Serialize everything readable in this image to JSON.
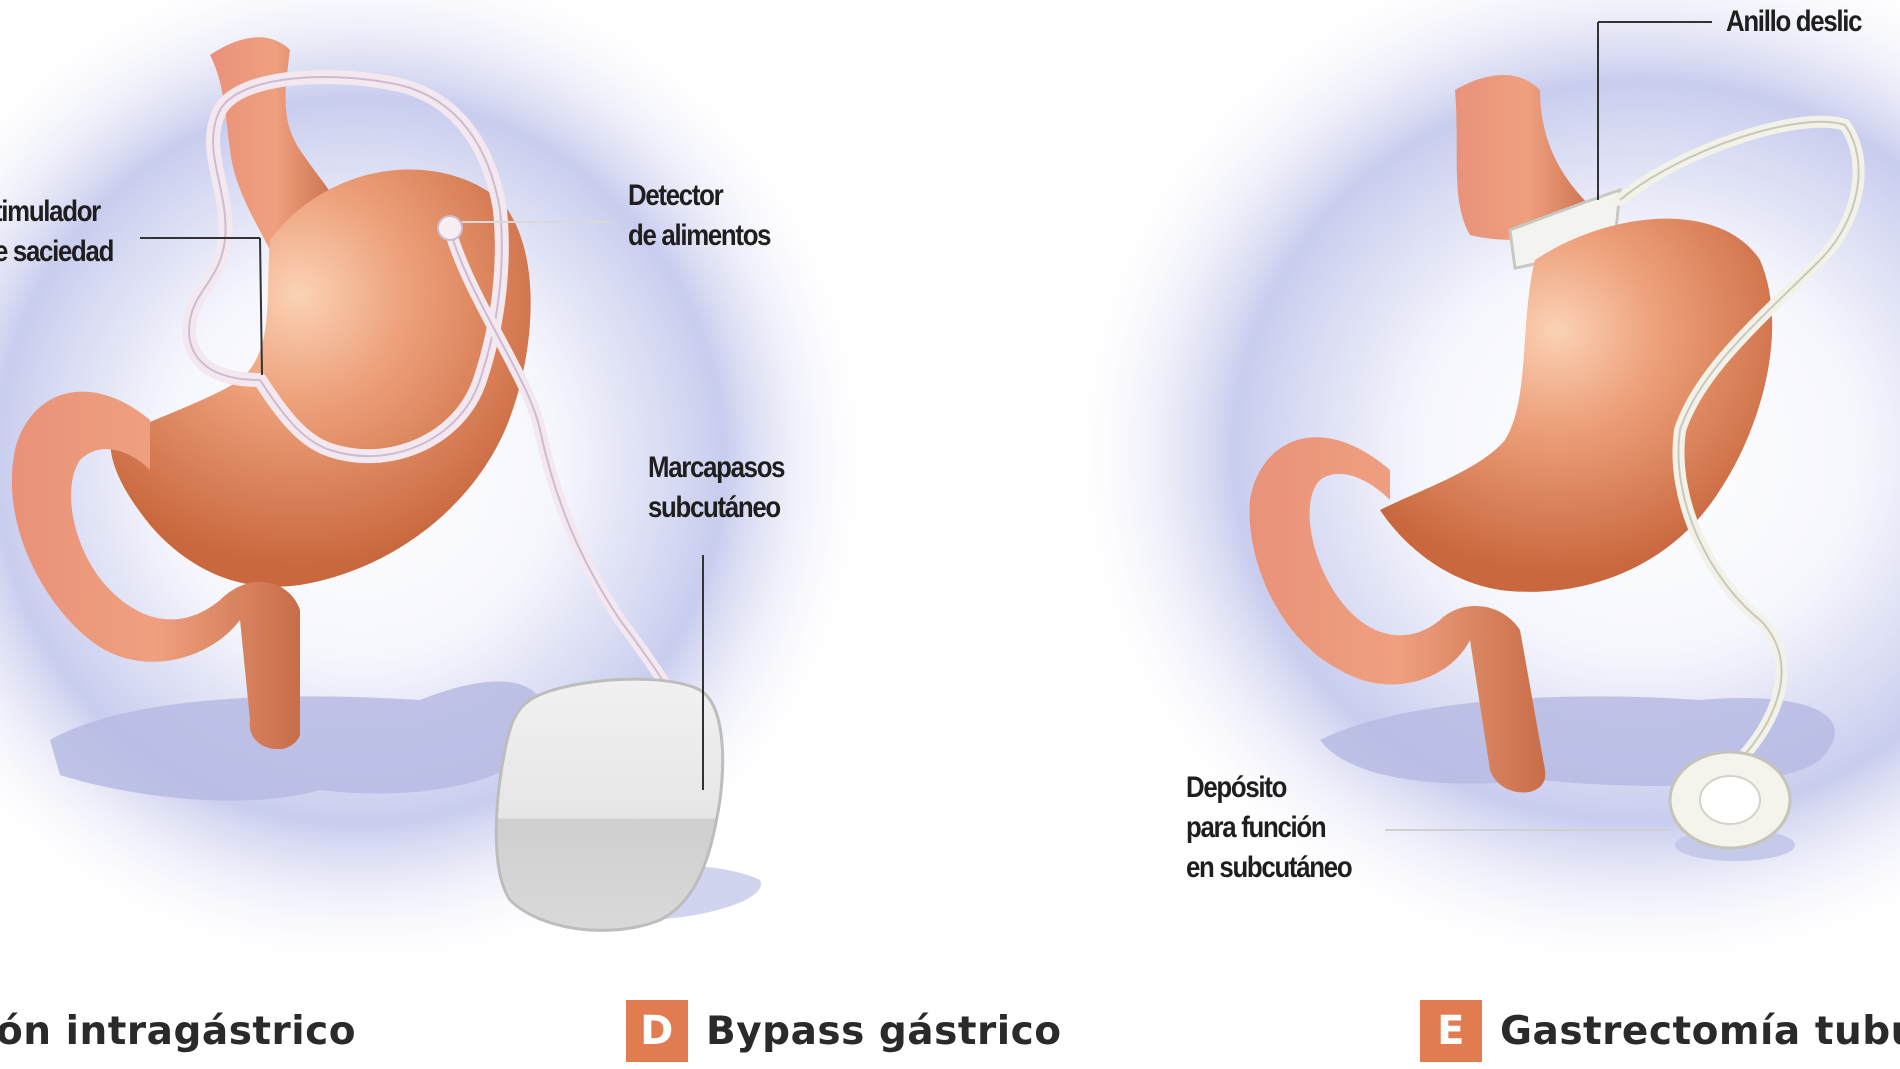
{
  "panels": {
    "left": {
      "labels": {
        "stimulator": [
          "timulador",
          "e saciedad"
        ]
      },
      "caption": "ón intragástrico"
    },
    "middle": {
      "labels": {
        "detector": [
          "Detector",
          "de alimentos"
        ],
        "pacemaker": [
          "Marcapasos",
          "subcutáneo"
        ]
      },
      "badge": "D",
      "caption": "Bypass gástrico"
    },
    "right": {
      "labels": {
        "ring": [
          "Anillo deslic"
        ],
        "reservoir": [
          "Depósito",
          "para función",
          "en subcutáneo"
        ]
      },
      "badge": "E",
      "caption": "Gastrectomía tubula"
    }
  },
  "colors": {
    "stomach": "#e9936a",
    "stomach_dark": "#c9683f",
    "halo": "#c8cdee",
    "badge": "#e07c4f",
    "device_gray": "#dcdcdc",
    "tube": "#f4edf2"
  }
}
